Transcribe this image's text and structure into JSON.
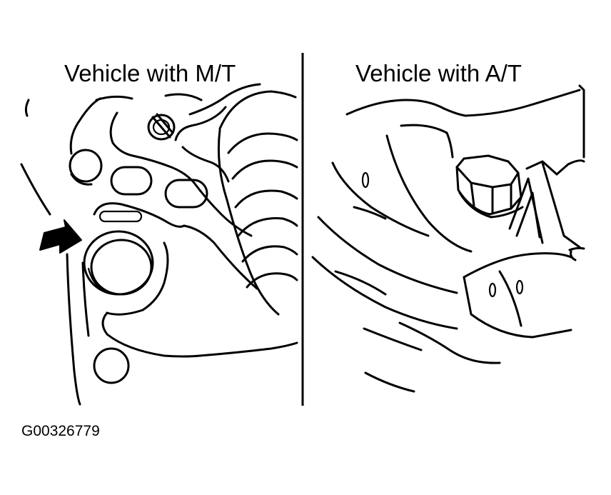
{
  "panels": {
    "left": {
      "title": "Vehicle with M/T"
    },
    "right": {
      "title": "Vehicle with A/T"
    }
  },
  "figure_id": "G00326779",
  "icons": {
    "pointer": "arrow-icon",
    "drain_plug_mt": "plug-icon",
    "drain_bolt_at": "hex-bolt-icon"
  },
  "colors": {
    "line": "#000000",
    "background": "#ffffff"
  }
}
